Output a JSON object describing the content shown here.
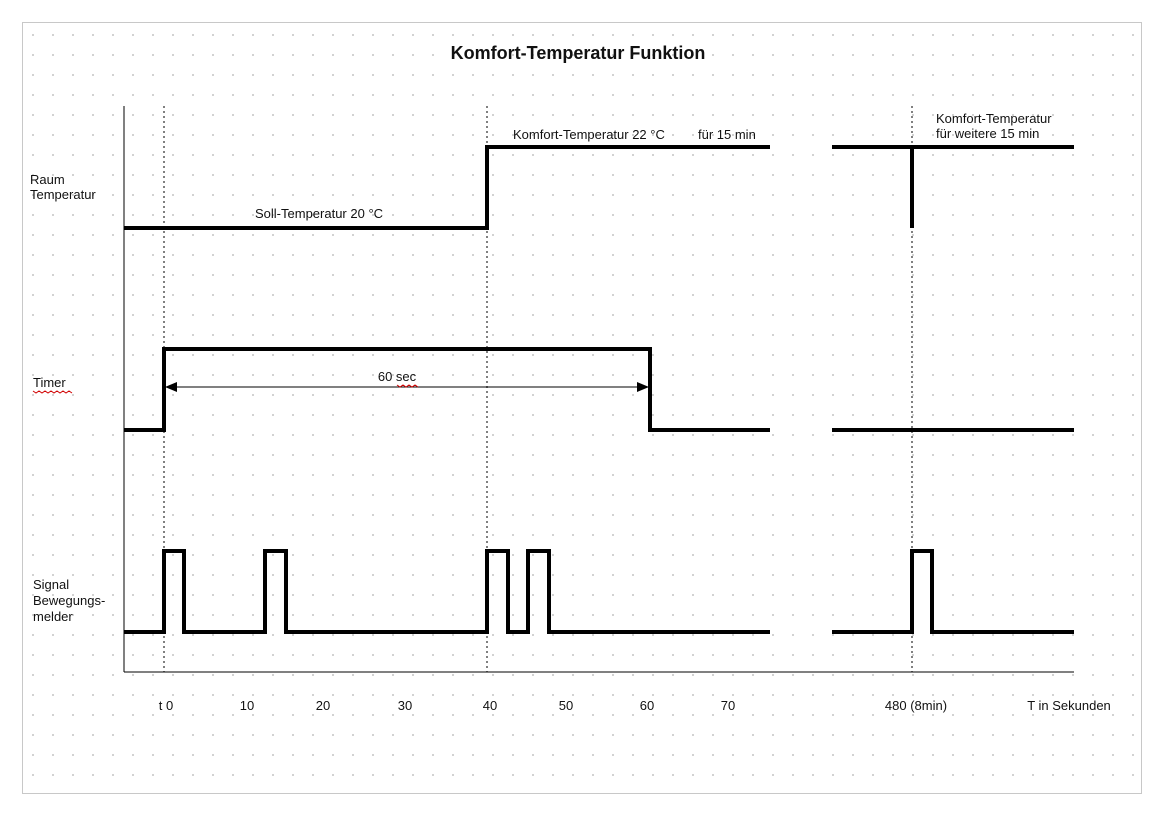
{
  "title": "Komfort-Temperatur Funktion",
  "rows": {
    "raum": {
      "label_line1": "Raum",
      "label_line2": "Temperatur"
    },
    "timer": {
      "label": "Timer"
    },
    "signal": {
      "label_line1": "Signal",
      "label_line2": "Bewegungs-",
      "label_line3": "melder"
    }
  },
  "annotations": {
    "soll": "Soll-Temperatur 20 °C",
    "komfort": "Komfort-Temperatur 22 °C",
    "duration": "für 15 min",
    "weitere_line1": "Komfort-Temperatur",
    "weitere_line2": "für weitere 15 min",
    "timer_span": "60 sec"
  },
  "x_axis": {
    "ticks": [
      "t 0",
      "10",
      "20",
      "30",
      "40",
      "50",
      "60",
      "70",
      "480 (8min)"
    ],
    "unit_label": "T in Sekunden"
  },
  "colors": {
    "line": "#000000",
    "grid_dot": "#c9c9c9",
    "spell_mark": "#d00000"
  }
}
